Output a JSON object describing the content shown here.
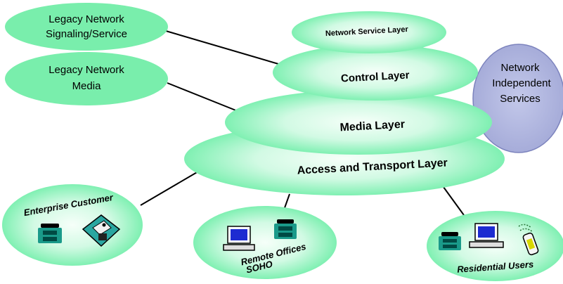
{
  "colors": {
    "layer_green": "#7ff0b2",
    "layer_green_light": "#f4fff8",
    "service_purple": "#b2b8df",
    "service_purple_stroke": "#7c83bd"
  },
  "legacy": {
    "signaling": {
      "line1": "Legacy Network",
      "line2": "Signaling/Service"
    },
    "media": {
      "line1": "Legacy Network",
      "line2": "Media"
    }
  },
  "layers": {
    "network_service": "Network Service Layer",
    "control": "Control Layer",
    "media": "Media Layer",
    "access_transport": "Access and Transport Layer"
  },
  "independent_services": {
    "line1": "Network",
    "line2": "Independent",
    "line3": "Services"
  },
  "endpoints": {
    "enterprise": {
      "label": "Enterprise Customer",
      "icons": [
        "telephone-icon",
        "network-device-icon"
      ]
    },
    "remote": {
      "line1": "Remote Offices",
      "line2": "SOHO",
      "icons": [
        "computer-icon",
        "telephone-icon"
      ]
    },
    "residential": {
      "label": "Residential Users",
      "icons": [
        "telephone-icon",
        "computer-icon",
        "cordless-phone-icon"
      ]
    }
  }
}
